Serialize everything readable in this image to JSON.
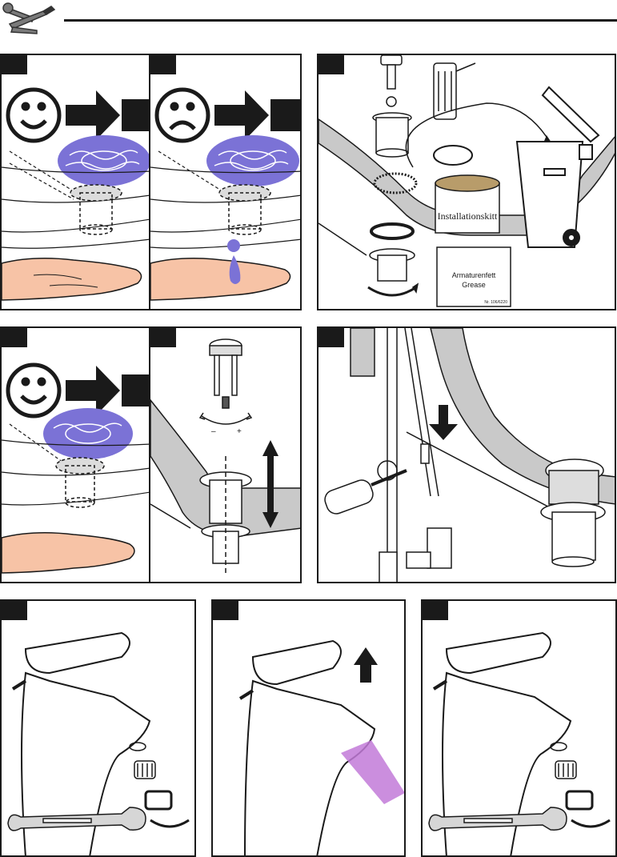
{
  "header": {
    "icon": "tools-icon"
  },
  "labels": {
    "installationskitt": "Installationskitt",
    "armaturenfett": "Armaturenfett",
    "grease": "Grease",
    "part_number": "Nr. 106/6220",
    "minus": "–",
    "plus": "+"
  },
  "colors": {
    "water": "#7b72d6",
    "skin": "#f7c3a6",
    "wall": "#c9c9c9",
    "ink": "#1a1a1a",
    "purple_flow": "#c27ad8"
  }
}
